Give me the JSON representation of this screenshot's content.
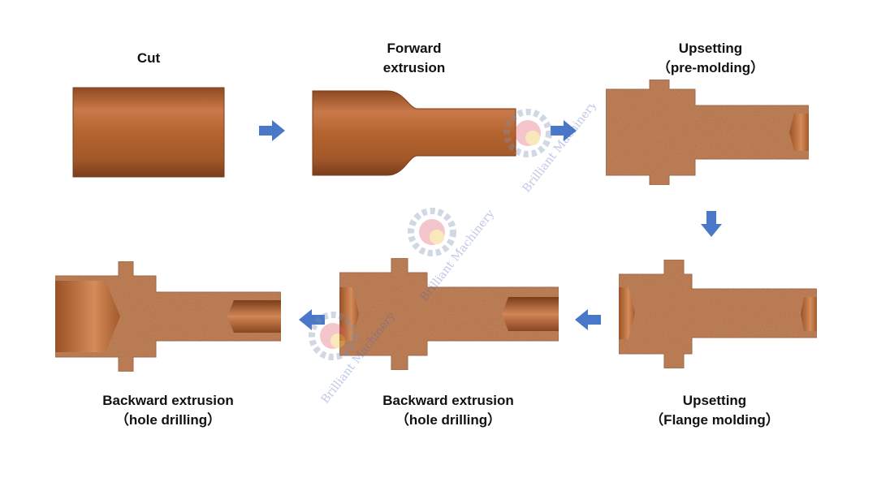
{
  "steps": [
    {
      "id": "cut",
      "line1": "Cut",
      "line2": ""
    },
    {
      "id": "forward",
      "line1": "Forward",
      "line2": "extrusion"
    },
    {
      "id": "upsetting-pre",
      "line1": "Upsetting",
      "line2": "（pre-molding）"
    },
    {
      "id": "upsetting-flange",
      "line1": "Upsetting",
      "line2": "（Flange molding）"
    },
    {
      "id": "backward-1",
      "line1": "Backward extrusion",
      "line2": "（hole drilling）"
    },
    {
      "id": "backward-2",
      "line1": "Backward extrusion",
      "line2": "（hole drilling）"
    }
  ],
  "watermark": {
    "text": "Brilliant Machinery",
    "logo": "gear-logo-icon"
  },
  "colors": {
    "copper": "#b0652f",
    "copper_dark": "#8a4a22",
    "copper_light": "#d08a55",
    "arrow": "#4a78c8"
  }
}
